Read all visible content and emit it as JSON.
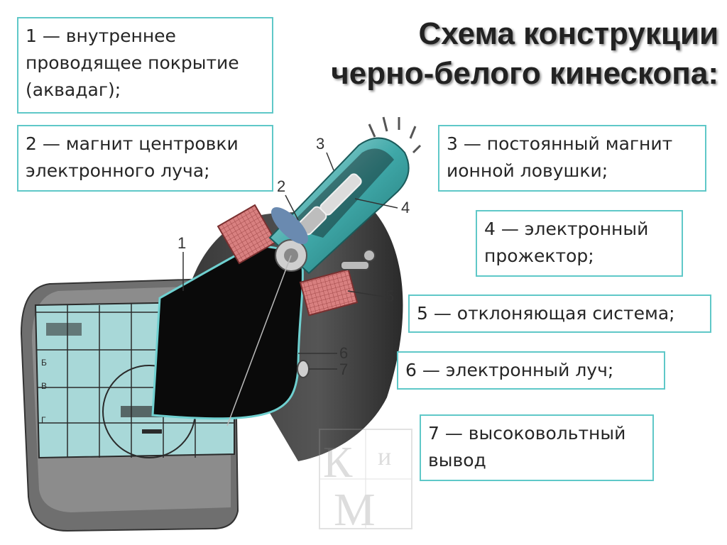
{
  "title": {
    "line1": "Схема конструкции",
    "line2": "черно-белого кинескопа:"
  },
  "legend": [
    "1 — внутреннее проводящее покрытие (аквадаг);",
    "2 — магнит центровки электронного луча;",
    "3 — постоянный магнит ионной ловушки;",
    "4 — электронный прожектор;",
    "5 — отклоняющая система;",
    "6 — электронный луч;",
    "7 — высоковольтный вывод"
  ],
  "diagram": {
    "numbers": [
      "1",
      "2",
      "3",
      "4",
      "5",
      "6",
      "7"
    ],
    "screen_row_labels": [
      "Б",
      "В",
      "Г"
    ],
    "watermark_letters": [
      "К",
      "и",
      "М"
    ]
  },
  "colors": {
    "accent_border": "#5fc8c8",
    "screen_teal": "#a8d8d8",
    "neck_teal": "#3fb0b0",
    "coil_red": "#c06060"
  }
}
